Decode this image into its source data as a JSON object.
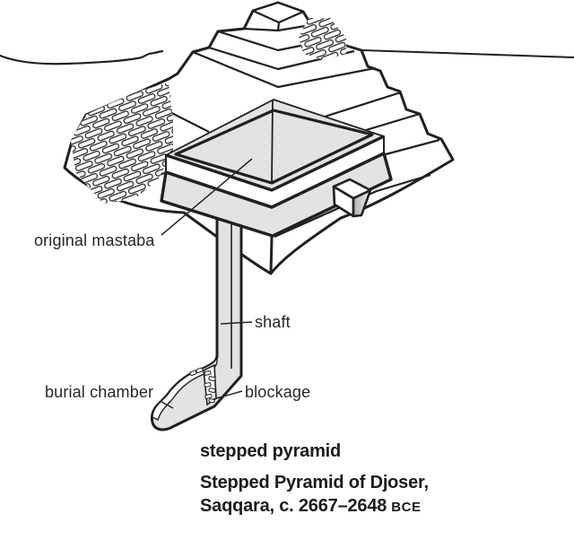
{
  "figure": {
    "labels": {
      "original_mastaba": "original mastaba",
      "shaft": "shaft",
      "burial_chamber": "burial chamber",
      "blockage": "blockage"
    },
    "caption": {
      "title": "stepped pyramid",
      "subtitle": "Stepped Pyramid of Djoser,",
      "location_date": "Saqqara, c. 2667–2648",
      "era": "BCE"
    },
    "colors": {
      "line": "#231f20",
      "fill_gray": "#e2e3e4",
      "background": "#ffffff"
    }
  }
}
